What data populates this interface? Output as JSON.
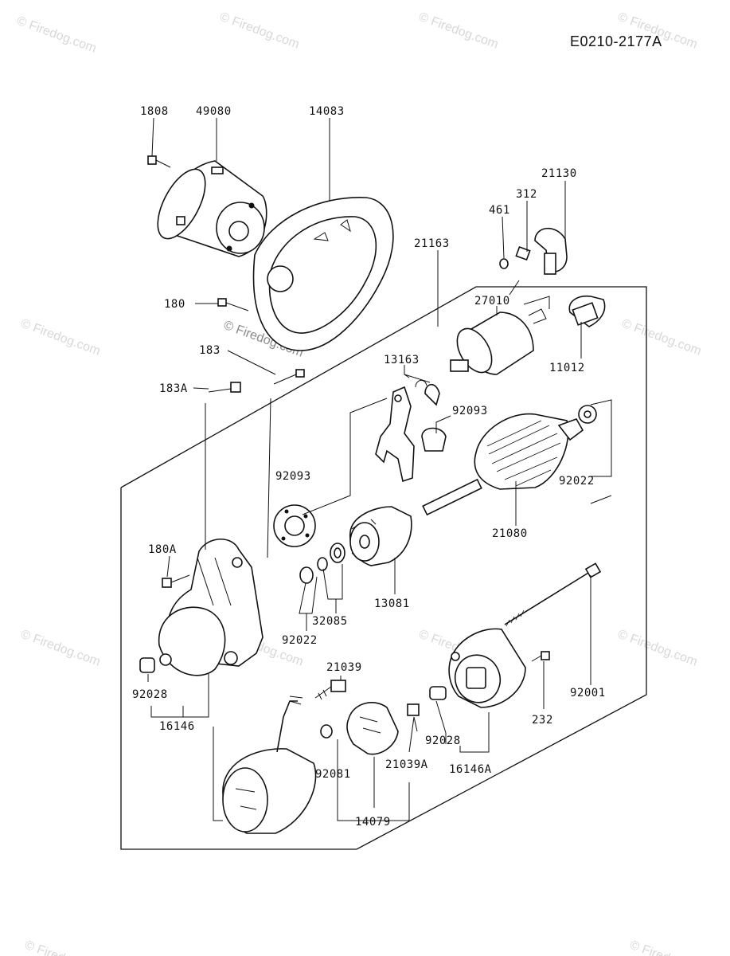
{
  "diagram_code": "E0210-2177A",
  "watermark_text": "© Firedog.com",
  "center_watermark_text": "© Firedog.com",
  "parts": [
    {
      "id": "p1808",
      "label": "1808"
    },
    {
      "id": "p49080",
      "label": "49080"
    },
    {
      "id": "p14083",
      "label": "14083"
    },
    {
      "id": "p21130",
      "label": "21130"
    },
    {
      "id": "p312",
      "label": "312"
    },
    {
      "id": "p461",
      "label": "461"
    },
    {
      "id": "p21163",
      "label": "21163"
    },
    {
      "id": "p27010",
      "label": "27010"
    },
    {
      "id": "p11012",
      "label": "11012"
    },
    {
      "id": "p180",
      "label": "180"
    },
    {
      "id": "p183",
      "label": "183"
    },
    {
      "id": "p183A",
      "label": "183A"
    },
    {
      "id": "p13163",
      "label": "13163"
    },
    {
      "id": "p92093a",
      "label": "92093"
    },
    {
      "id": "p92093b",
      "label": "92093"
    },
    {
      "id": "p92022a",
      "label": "92022"
    },
    {
      "id": "p21080",
      "label": "21080"
    },
    {
      "id": "p180A",
      "label": "180A"
    },
    {
      "id": "p32085",
      "label": "32085"
    },
    {
      "id": "p13081",
      "label": "13081"
    },
    {
      "id": "p92022b",
      "label": "92022"
    },
    {
      "id": "p92028a",
      "label": "92028"
    },
    {
      "id": "p16146",
      "label": "16146"
    },
    {
      "id": "p21039",
      "label": "21039"
    },
    {
      "id": "p92001",
      "label": "92001"
    },
    {
      "id": "p232",
      "label": "232"
    },
    {
      "id": "p92028b",
      "label": "92028"
    },
    {
      "id": "p16146A",
      "label": "16146A"
    },
    {
      "id": "p92081",
      "label": "92081"
    },
    {
      "id": "p21039A",
      "label": "21039A"
    },
    {
      "id": "p14079",
      "label": "14079"
    }
  ]
}
